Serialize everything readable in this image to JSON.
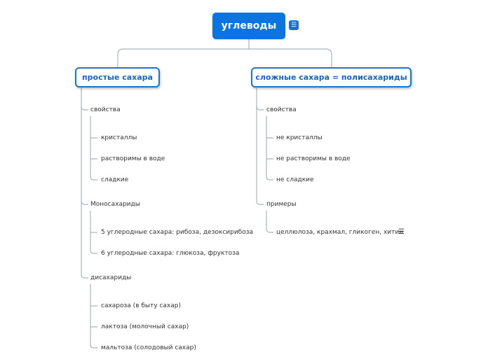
{
  "root": {
    "title": "углеводы",
    "note_icon": "note-icon"
  },
  "branches": [
    {
      "title": "простые сахара",
      "groups": [
        {
          "label": "свойства",
          "items": [
            "кристаллы",
            "растворимы в воде",
            "сладкие"
          ]
        },
        {
          "label": "Моносахариды",
          "items": [
            "5 углеродные сахара: рибоза, дезоксирибоза",
            "6 углеродные сахара: глюкоза, фруктоза"
          ]
        },
        {
          "label": "дисахариды",
          "items": [
            "сахароза (в быту сахар)",
            "лактоза (молочный сахар)",
            "мальтоза (солодовый сахар)"
          ]
        }
      ]
    },
    {
      "title": "сложные сахара = полисахариды",
      "groups": [
        {
          "label": "свойства",
          "items": [
            "не кристаллы",
            "не растворимы в воде",
            "не сладкие"
          ]
        },
        {
          "label": "примеры",
          "items": [
            "целлюлоза, крахмал, гликоген, хитин"
          ]
        }
      ]
    }
  ],
  "colors": {
    "root": "#0a74e0",
    "branch_border": "#1677d2",
    "branch_text": "#1468bf",
    "connector": "#a9b4bd"
  }
}
